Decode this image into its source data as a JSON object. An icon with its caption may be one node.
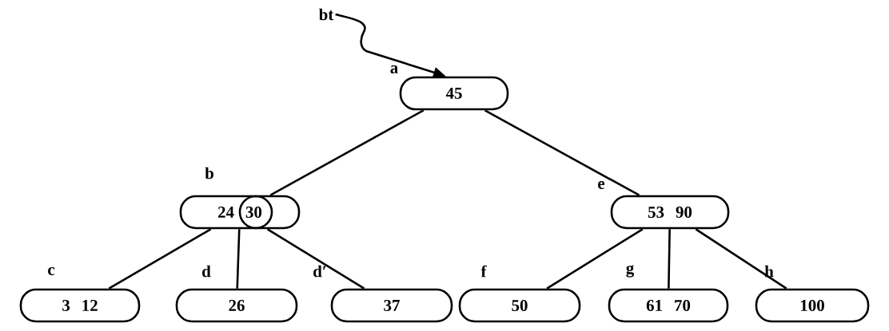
{
  "diagram": {
    "nodes": [
      {
        "text": [
          "bt"
        ]
      },
      {
        "text": [
          "45"
        ],
        "beside": [
          "a"
        ]
      },
      {
        "text": [
          "24",
          "30"
        ],
        "beside": [
          "b"
        ]
      },
      {
        "text": [
          "53",
          "90"
        ],
        "beside": [
          "e"
        ]
      },
      {
        "text": [
          "3",
          "12"
        ],
        "beside": [
          "c"
        ]
      },
      {
        "text": [
          "26"
        ],
        "beside": [
          "d"
        ]
      },
      {
        "text": [
          "37"
        ],
        "beside": [
          "d′"
        ]
      },
      {
        "text": [
          "50"
        ],
        "beside": [
          "f"
        ]
      },
      {
        "text": [
          "61",
          "70"
        ],
        "beside": [
          "g"
        ]
      },
      {
        "text": [
          "100"
        ],
        "beside": [
          "h"
        ]
      }
    ],
    "edges": [
      {
        "from": 0,
        "to": 1,
        "arrow": "to"
      },
      {
        "from": 1,
        "to": 2,
        "arrow": "none"
      },
      {
        "from": 1,
        "to": 3,
        "arrow": "none"
      },
      {
        "from": 2,
        "to": 4,
        "arrow": "none"
      },
      {
        "from": 2,
        "to": 5,
        "arrow": "none"
      },
      {
        "from": 2,
        "to": 6,
        "arrow": "none"
      },
      {
        "from": 3,
        "to": 7,
        "arrow": "none"
      },
      {
        "from": 3,
        "to": 8,
        "arrow": "none"
      },
      {
        "from": 3,
        "to": 9,
        "arrow": "none"
      }
    ]
  }
}
